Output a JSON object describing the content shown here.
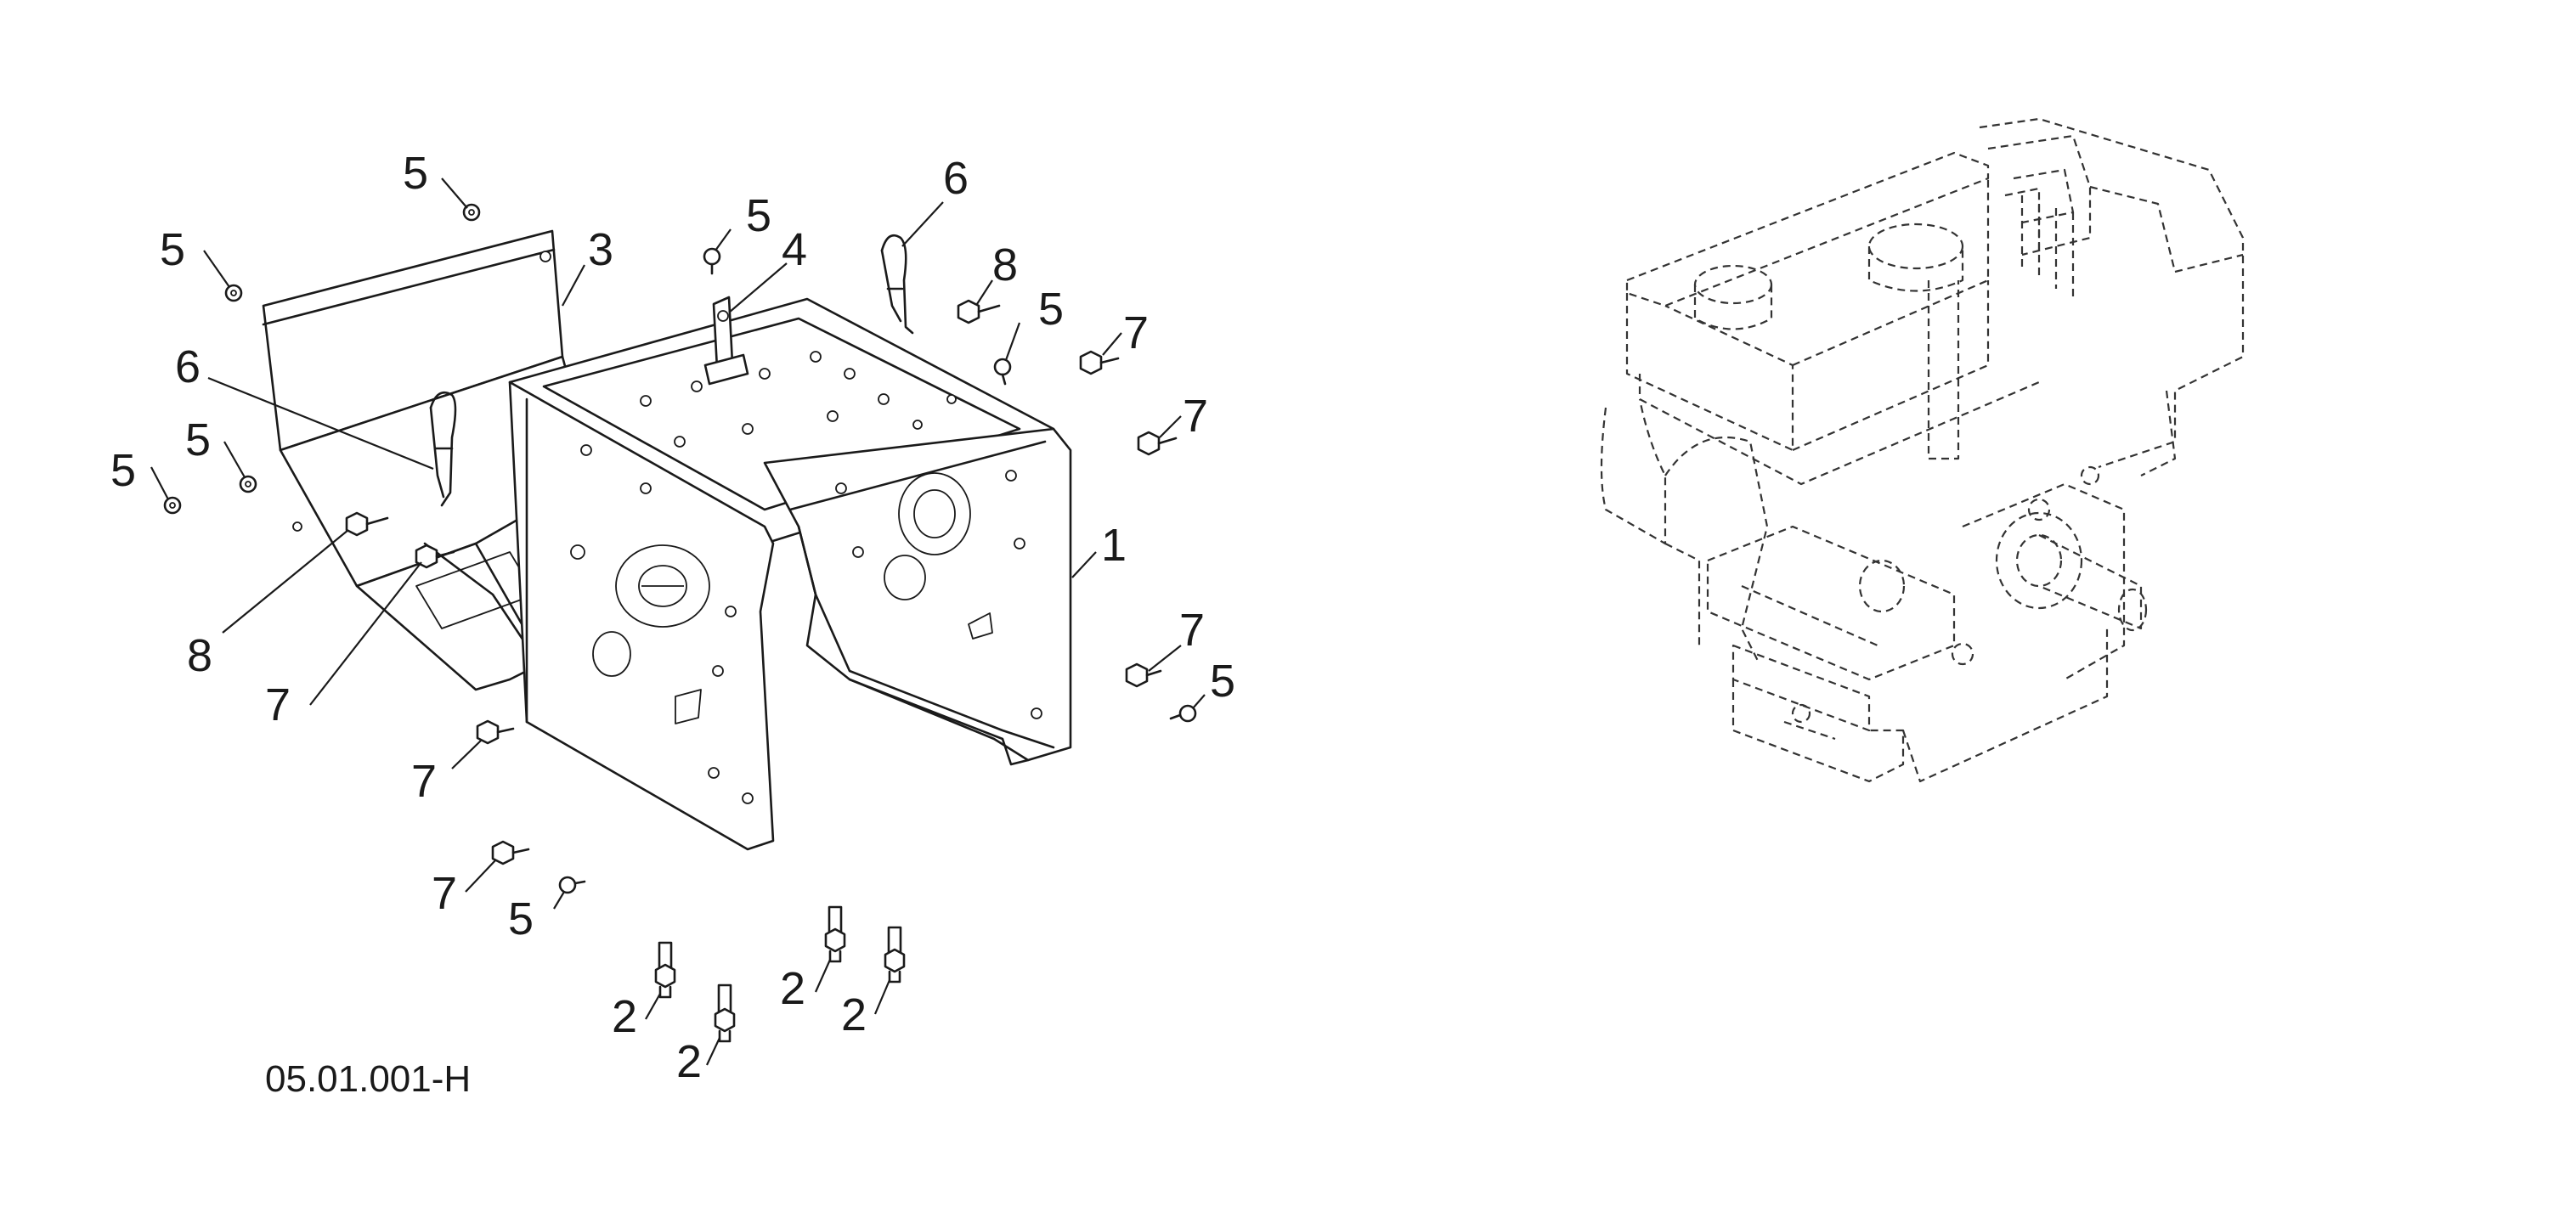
{
  "drawing_code": "05.01.001-H",
  "callouts": [
    {
      "id": "c1",
      "text": "1"
    },
    {
      "id": "c2a",
      "text": "2"
    },
    {
      "id": "c2b",
      "text": "2"
    },
    {
      "id": "c2c",
      "text": "2"
    },
    {
      "id": "c2d",
      "text": "2"
    },
    {
      "id": "c3",
      "text": "3"
    },
    {
      "id": "c4",
      "text": "4"
    },
    {
      "id": "c5a",
      "text": "5"
    },
    {
      "id": "c5b",
      "text": "5"
    },
    {
      "id": "c5c",
      "text": "5"
    },
    {
      "id": "c5d",
      "text": "5"
    },
    {
      "id": "c5e",
      "text": "5"
    },
    {
      "id": "c5f",
      "text": "5"
    },
    {
      "id": "c5g",
      "text": "5"
    },
    {
      "id": "c5h",
      "text": "5"
    },
    {
      "id": "c6a",
      "text": "6"
    },
    {
      "id": "c6b",
      "text": "6"
    },
    {
      "id": "c7a",
      "text": "7"
    },
    {
      "id": "c7b",
      "text": "7"
    },
    {
      "id": "c7c",
      "text": "7"
    },
    {
      "id": "c7d",
      "text": "7"
    },
    {
      "id": "c7e",
      "text": "7"
    },
    {
      "id": "c7f",
      "text": "7"
    },
    {
      "id": "c8a",
      "text": "8"
    },
    {
      "id": "c8b",
      "text": "8"
    }
  ]
}
